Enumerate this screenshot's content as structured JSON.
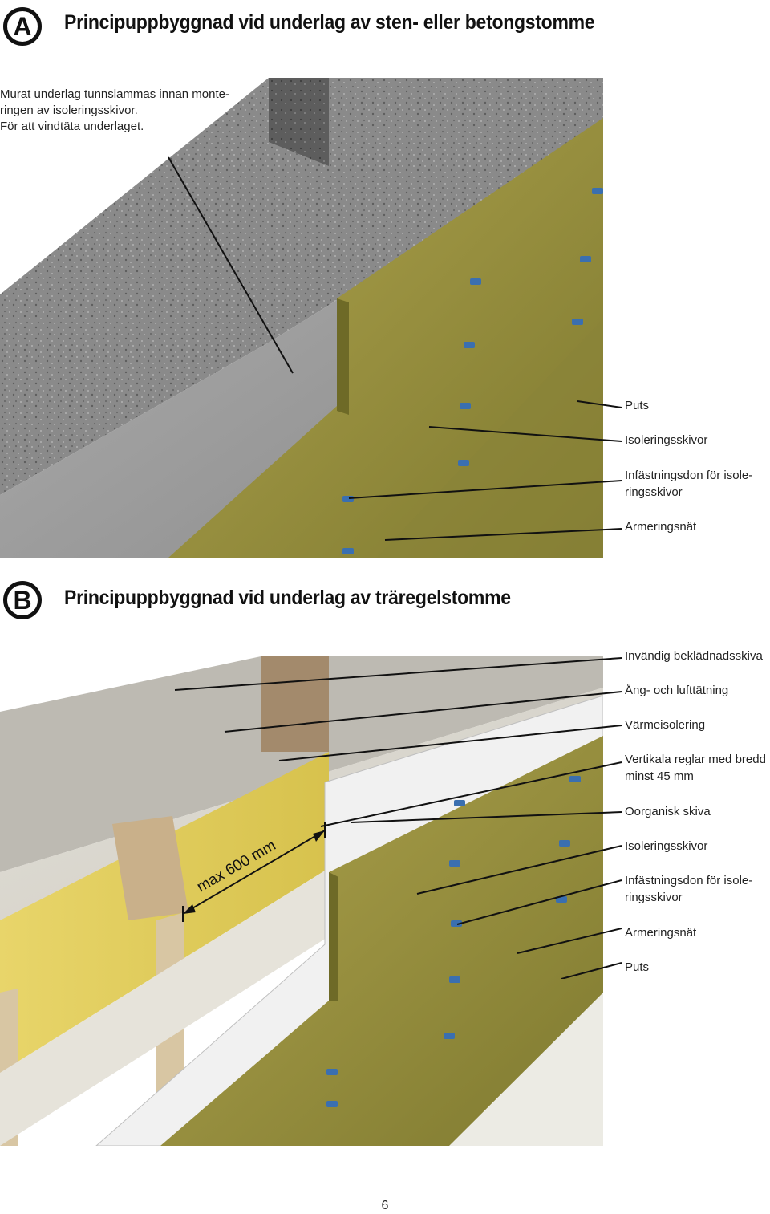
{
  "section_a": {
    "badge": "A",
    "title": "Principuppbyggnad vid underlag av sten- eller betongstomme",
    "intro_lines": [
      "Murat underlag tunnslammas innan monte-",
      "ringen av isoleringsskivor.",
      "För att vindtäta underlaget."
    ],
    "labels": [
      {
        "lines": [
          "Puts"
        ]
      },
      {
        "lines": [
          "Isoleringsskivor"
        ]
      },
      {
        "lines": [
          "Infästningsdon för isole-",
          "ringsskivor"
        ]
      },
      {
        "lines": [
          "Armeringsnät"
        ]
      }
    ]
  },
  "section_b": {
    "badge": "B",
    "title": "Principuppbyggnad vid underlag av träregelstomme",
    "dimension": "max 600 mm",
    "labels": [
      {
        "lines": [
          "Invändig beklädnadsskiva"
        ]
      },
      {
        "lines": [
          "Ång- och lufttätning"
        ]
      },
      {
        "lines": [
          "Värmeisolering"
        ]
      },
      {
        "lines": [
          "Vertikala reglar med bredd",
          "minst 45 mm"
        ]
      },
      {
        "lines": [
          "Oorganisk skiva"
        ]
      },
      {
        "lines": [
          "Isoleringsskivor"
        ]
      },
      {
        "lines": [
          "Infästningsdon för isole-",
          "ringsskivor"
        ]
      },
      {
        "lines": [
          "Armeringsnät"
        ]
      },
      {
        "lines": [
          "Puts"
        ]
      }
    ]
  },
  "page_number": "6",
  "colors": {
    "insulation": "#8f8a3a",
    "insulation_light": "#b7ad55",
    "concrete": "#8c8c8c",
    "render": "#a2a2a2",
    "plaster": "#ecebe4",
    "fastener": "#3a6fb0"
  }
}
